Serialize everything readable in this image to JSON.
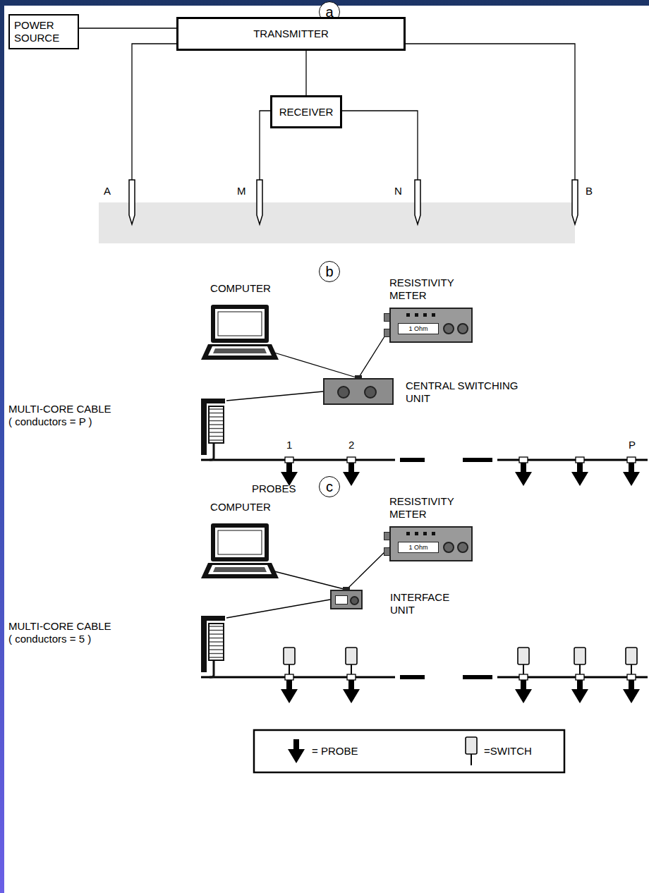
{
  "diagram": {
    "nodes": [
      {
        "text": [
          "a"
        ]
      },
      {
        "text": [
          "POWER SOURCE"
        ]
      },
      {
        "text": [
          "TRANSMITTER"
        ]
      },
      {
        "text": [
          "RECEIVER"
        ]
      },
      {
        "text": [
          "b"
        ]
      },
      {
        "text": [
          "COMPUTER"
        ]
      },
      {
        "text": [
          "RESISTIVITY METER",
          "1 Ohm"
        ]
      },
      {
        "text": [
          "CENTRAL SWITCHING UNIT"
        ]
      },
      {
        "text": [
          "MULTI-CORE CABLE ( conductors = P )"
        ]
      },
      {
        "text": [
          "c"
        ]
      },
      {
        "text": [
          "COMPUTER"
        ]
      },
      {
        "text": [
          "RESISTIVITY METER",
          "1 Ohm"
        ]
      },
      {
        "text": [
          "INTERFACE UNIT"
        ]
      },
      {
        "text": [
          "MULTI-CORE CABLE ( conductors = 5 )"
        ]
      }
    ],
    "edges": [
      {
        "from": 1,
        "to": 2,
        "arrow": "none"
      },
      {
        "from": 2,
        "to": 3,
        "arrow": "none"
      },
      {
        "from": 5,
        "to": 7,
        "arrow": "none"
      },
      {
        "from": 6,
        "to": 7,
        "arrow": "none"
      },
      {
        "from": 7,
        "to": 8,
        "arrow": "none"
      },
      {
        "from": 10,
        "to": 12,
        "arrow": "none"
      },
      {
        "from": 11,
        "to": 12,
        "arrow": "none"
      },
      {
        "from": 12,
        "to": 13,
        "arrow": "none"
      }
    ],
    "labels": [
      "A",
      "M",
      "N",
      "B",
      "1",
      "2",
      "P",
      "PROBES"
    ],
    "legend": [
      {
        "text": "= PROBE"
      },
      {
        "text": "=SWITCH"
      }
    ]
  }
}
